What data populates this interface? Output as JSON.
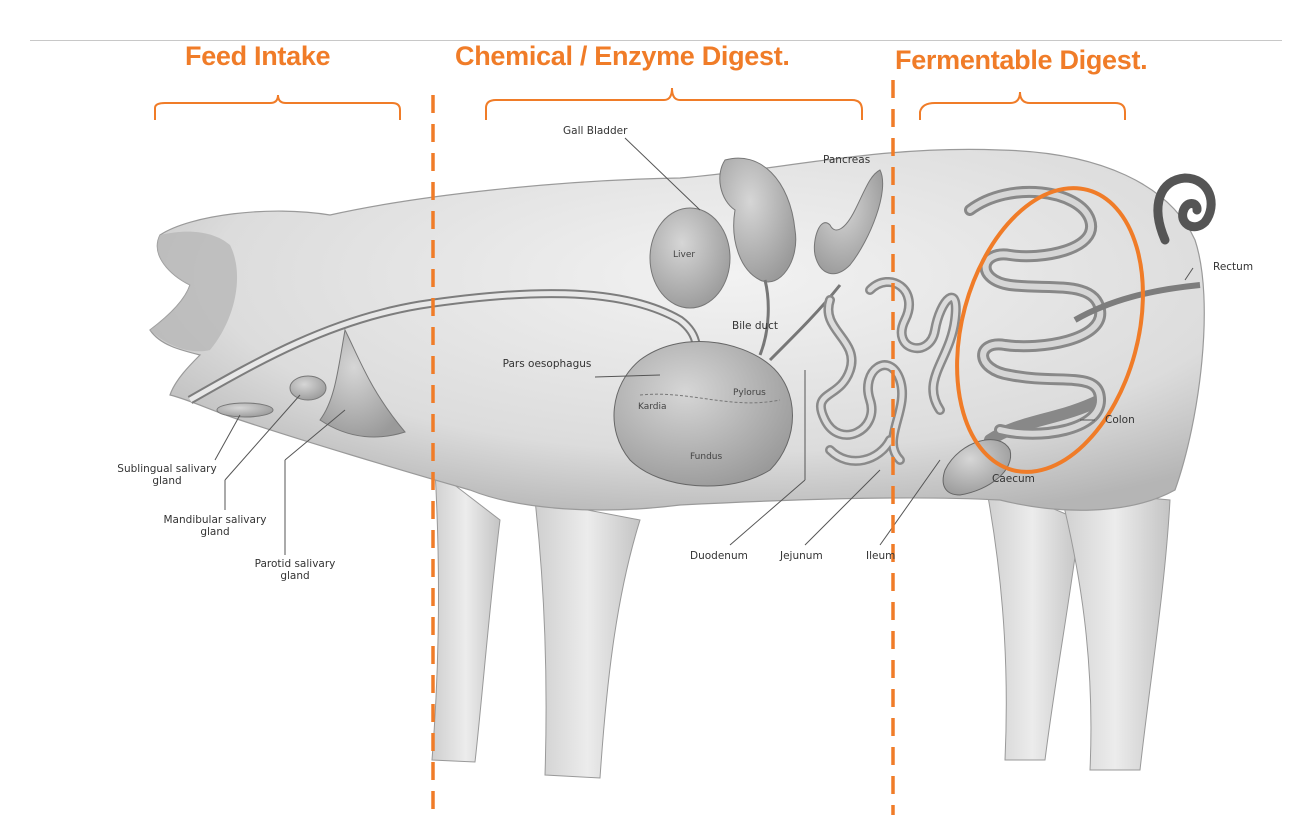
{
  "sections": [
    {
      "title": "Feed Intake"
    },
    {
      "title": "Chemical / Enzyme Digest."
    },
    {
      "title": "Fermentable Digest."
    }
  ],
  "labels": {
    "gall_bladder": "Gall Bladder",
    "pancreas": "Pancreas",
    "liver": "Liver",
    "bile_duct": "Bile duct",
    "pars_oesophagus": "Pars oesophagus",
    "kardia": "Kardia",
    "pylorus": "Pylorus",
    "fundus": "Fundus",
    "sublingual": "Sublingual salivary gland",
    "mandibular": "Mandibular salivary gland",
    "parotid": "Parotid salivary gland",
    "duodenum": "Duodenum",
    "jejunum": "Jejunum",
    "ileum": "Ileum",
    "colon": "Colon",
    "caecum": "Caecum",
    "rectum": "Rectum"
  },
  "colors": {
    "accent": "#f07c28",
    "body_fill": "#e6e6e6",
    "organ_fill": "#bdbdbd",
    "outline": "#777777"
  }
}
